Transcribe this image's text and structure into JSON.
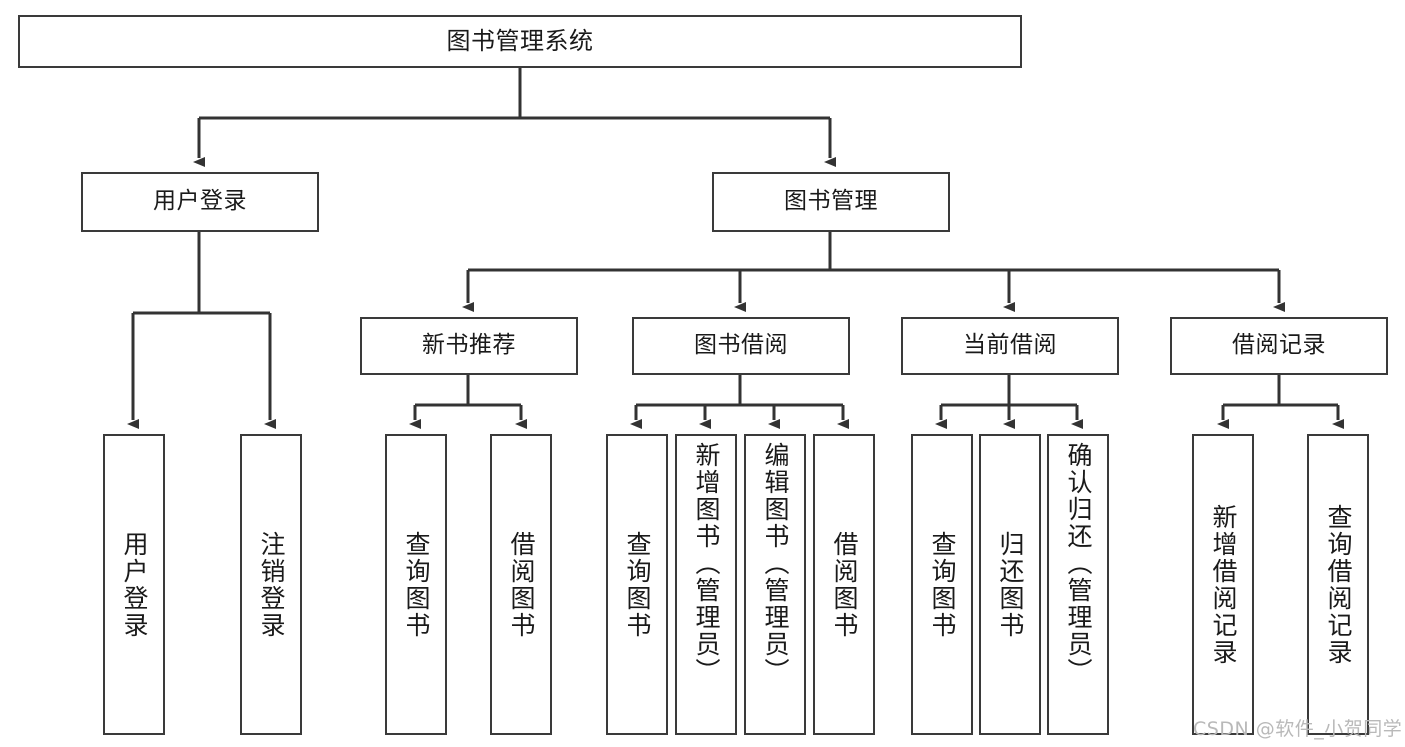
{
  "diagram": {
    "type": "tree",
    "title": "图书管理系统",
    "watermark": "CSDN @软件_小贺同学",
    "colors": {
      "box_border": "#3a3a3a",
      "box_fill": "#ffffff",
      "connector": "#333333",
      "text": "#1a1a1a",
      "watermark": "#b9b9b9"
    },
    "root": {
      "label": "图书管理系统"
    },
    "level2": [
      {
        "label": "用户登录"
      },
      {
        "label": "图书管理"
      }
    ],
    "level3": [
      {
        "label": "新书推荐"
      },
      {
        "label": "图书借阅"
      },
      {
        "label": "当前借阅"
      },
      {
        "label": "借阅记录"
      }
    ],
    "leaves": {
      "user_login": [
        {
          "label": "用户登录"
        },
        {
          "label": "注销登录"
        }
      ],
      "new_book": [
        {
          "label": "查询图书"
        },
        {
          "label": "借阅图书"
        }
      ],
      "book_borrow": [
        {
          "label": "查询图书"
        },
        {
          "label": "新增图书（管理员）"
        },
        {
          "label": "编辑图书（管理员）"
        },
        {
          "label": "借阅图书"
        }
      ],
      "current_borrow": [
        {
          "label": "查询图书"
        },
        {
          "label": "归还图书"
        },
        {
          "label": "确认归还（管理员）"
        }
      ],
      "borrow_record": [
        {
          "label": "新增借阅记录"
        },
        {
          "label": "查询借阅记录"
        }
      ]
    }
  }
}
